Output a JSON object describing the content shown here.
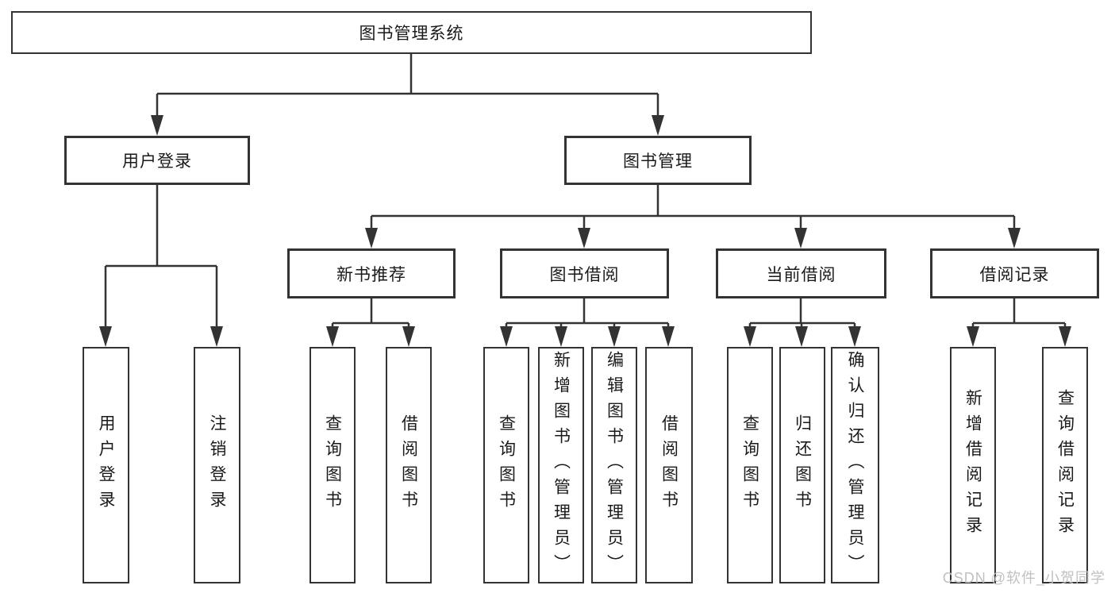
{
  "diagram": {
    "title": "图书管理系统",
    "branches": {
      "user_login": {
        "label": "用户登录",
        "children": [
          "用户登录",
          "注销登录"
        ]
      },
      "book_mgmt": {
        "label": "图书管理",
        "sections": {
          "new_book": {
            "label": "新书推荐",
            "children": [
              "查询图书",
              "借阅图书"
            ]
          },
          "borrow": {
            "label": "图书借阅",
            "children": [
              "查询图书",
              "新增图书（管理员）",
              "编辑图书（管理员）",
              "借阅图书"
            ]
          },
          "current": {
            "label": "当前借阅",
            "children": [
              "查询图书",
              "归还图书",
              "确认归还（管理员）"
            ]
          },
          "records": {
            "label": "借阅记录",
            "children": [
              "新增借阅记录",
              "查询借阅记录"
            ]
          }
        }
      }
    },
    "watermark": "CSDN @软件_小贺同学",
    "colors": {
      "line": "#333333",
      "text": "#1a1a1a",
      "background": "#ffffff",
      "watermark": "#c2c0c0"
    }
  }
}
